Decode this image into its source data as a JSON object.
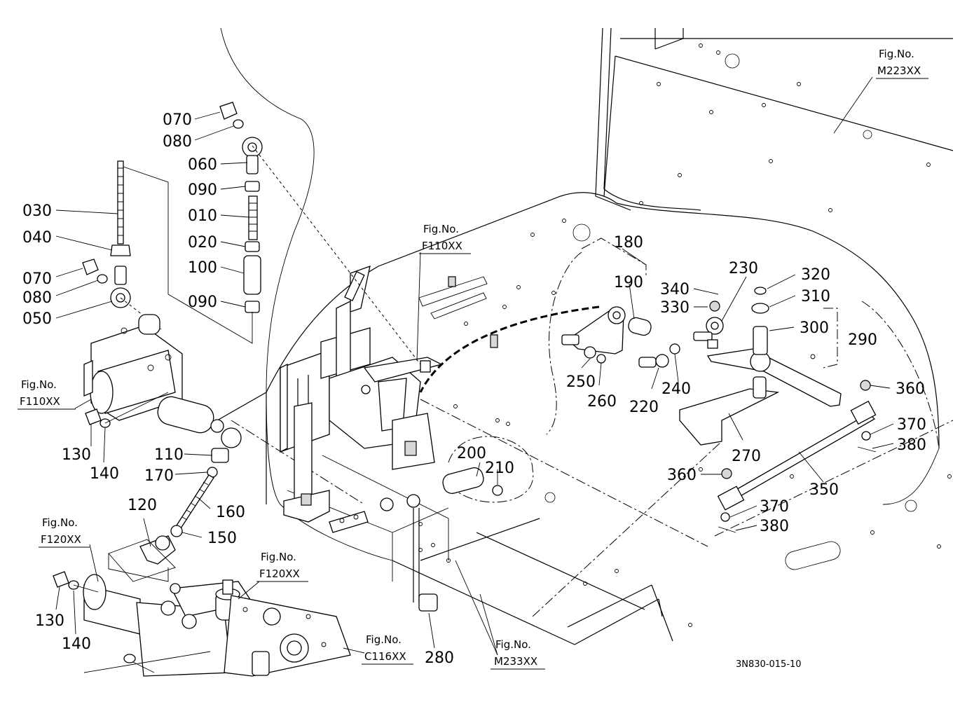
{
  "fig_refs": {
    "m223": [
      "Fig.No.",
      "M223XX"
    ],
    "f110_top": [
      "Fig.No.",
      "F110XX"
    ],
    "f110_left": [
      "Fig.No.",
      "F110XX"
    ],
    "f120_left": [
      "Fig.No.",
      "F120XX"
    ],
    "f120_mid": [
      "Fig.No.",
      "F120XX"
    ],
    "c116": [
      "Fig.No.",
      "C116XX"
    ],
    "m233": [
      "Fig.No.",
      "M233XX"
    ]
  },
  "parts": {
    "p070a": "070",
    "p080a": "080",
    "p060": "060",
    "p090a": "090",
    "p010": "010",
    "p020": "020",
    "p100": "100",
    "p090b": "090",
    "p030": "030",
    "p040": "040",
    "p070b": "070",
    "p080b": "080",
    "p050": "050",
    "p130a": "130",
    "p140a": "140",
    "p110": "110",
    "p170": "170",
    "p160": "160",
    "p120": "120",
    "p150": "150",
    "p130b": "130",
    "p140b": "140",
    "p180": "180",
    "p190": "190",
    "p340": "340",
    "p330": "330",
    "p230": "230",
    "p320": "320",
    "p310": "310",
    "p300": "300",
    "p290": "290",
    "p250": "250",
    "p260": "260",
    "p220": "220",
    "p240": "240",
    "p360a": "360",
    "p370a": "370",
    "p380a": "380",
    "p270": "270",
    "p350": "350",
    "p360b": "360",
    "p370b": "370",
    "p380b": "380",
    "p200": "200",
    "p210": "210",
    "p280": "280"
  },
  "drawing_code": "3N830-015-10"
}
